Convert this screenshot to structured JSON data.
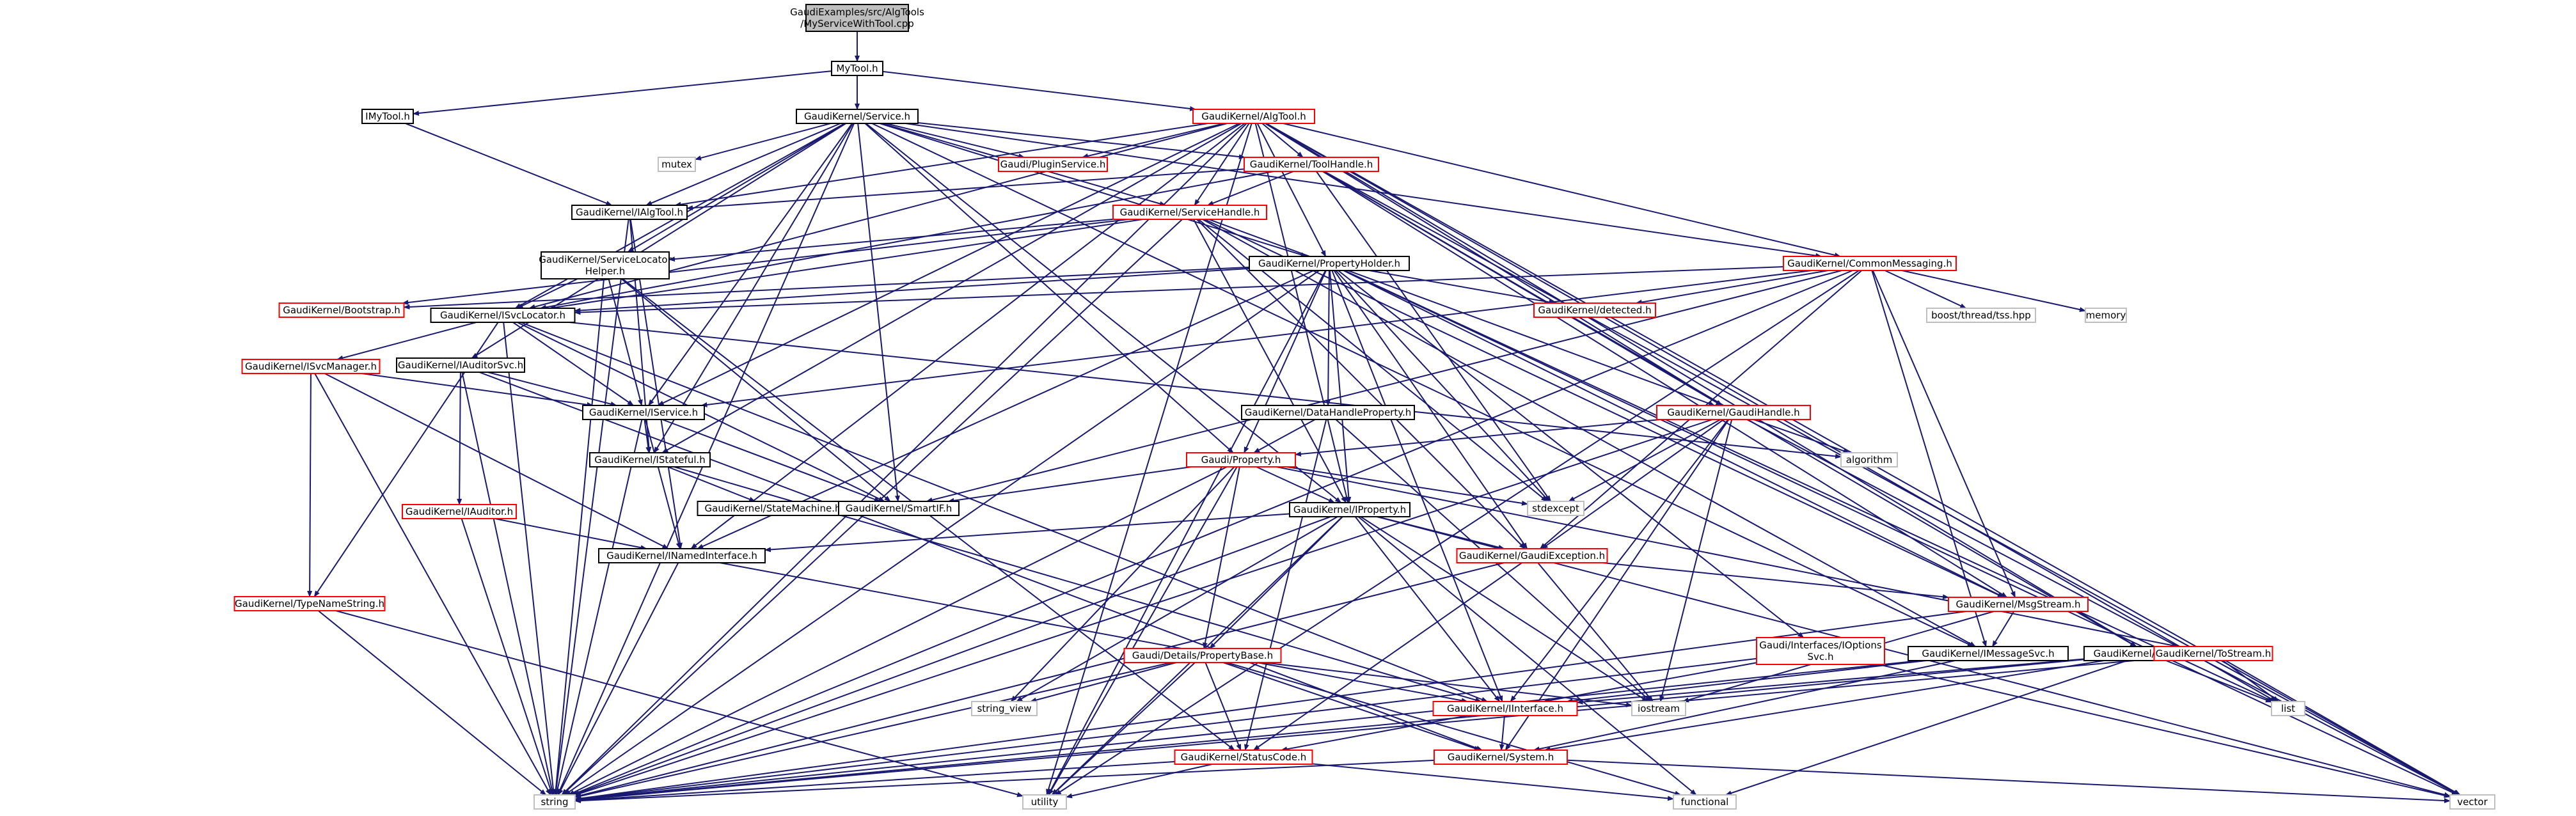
{
  "colors": {
    "edge": "#191970",
    "root_fill": "#bfbfbf",
    "linked_border": "#000000",
    "incomplete_border": "#ff0000",
    "external_border": "#bfbfbf"
  },
  "nodes": [
    {
      "id": "root",
      "lines": [
        "GaudiExamples/src/AlgTools",
        "/MyServiceWithTool.cpp"
      ],
      "kind": "root"
    },
    {
      "id": "mytool",
      "lines": [
        "MyTool.h"
      ],
      "kind": "black"
    },
    {
      "id": "imytool",
      "lines": [
        "IMyTool.h"
      ],
      "kind": "black"
    },
    {
      "id": "service",
      "lines": [
        "GaudiKernel/Service.h"
      ],
      "kind": "black"
    },
    {
      "id": "algtool",
      "lines": [
        "GaudiKernel/AlgTool.h"
      ],
      "kind": "red"
    },
    {
      "id": "mutex",
      "lines": [
        "mutex"
      ],
      "kind": "gray"
    },
    {
      "id": "pluginservice",
      "lines": [
        "Gaudi/PluginService.h"
      ],
      "kind": "red"
    },
    {
      "id": "toolhandle",
      "lines": [
        "GaudiKernel/ToolHandle.h"
      ],
      "kind": "red"
    },
    {
      "id": "ialgtool",
      "lines": [
        "GaudiKernel/IAlgTool.h"
      ],
      "kind": "black"
    },
    {
      "id": "servicehandle",
      "lines": [
        "GaudiKernel/ServiceHandle.h"
      ],
      "kind": "red"
    },
    {
      "id": "servicelocator",
      "lines": [
        "GaudiKernel/ServiceLocator",
        "Helper.h"
      ],
      "kind": "black"
    },
    {
      "id": "propertyholder",
      "lines": [
        "GaudiKernel/PropertyHolder.h"
      ],
      "kind": "black"
    },
    {
      "id": "commonmessaging",
      "lines": [
        "GaudiKernel/CommonMessaging.h"
      ],
      "kind": "red"
    },
    {
      "id": "bootstrap",
      "lines": [
        "GaudiKernel/Bootstrap.h"
      ],
      "kind": "red"
    },
    {
      "id": "isvclocator",
      "lines": [
        "GaudiKernel/ISvcLocator.h"
      ],
      "kind": "black"
    },
    {
      "id": "detected",
      "lines": [
        "GaudiKernel/detected.h"
      ],
      "kind": "red"
    },
    {
      "id": "threadtss",
      "lines": [
        "boost/thread/tss.hpp"
      ],
      "kind": "gray"
    },
    {
      "id": "memory",
      "lines": [
        "memory"
      ],
      "kind": "gray"
    },
    {
      "id": "isvcmanager",
      "lines": [
        "GaudiKernel/ISvcManager.h"
      ],
      "kind": "red"
    },
    {
      "id": "iauditorsvc",
      "lines": [
        "GaudiKernel/IAuditorSvc.h"
      ],
      "kind": "black"
    },
    {
      "id": "datahandleproperty",
      "lines": [
        "GaudiKernel/DataHandleProperty.h"
      ],
      "kind": "black"
    },
    {
      "id": "gaudihandle",
      "lines": [
        "GaudiKernel/GaudiHandle.h"
      ],
      "kind": "red"
    },
    {
      "id": "iservice",
      "lines": [
        "GaudiKernel/IService.h"
      ],
      "kind": "black"
    },
    {
      "id": "property",
      "lines": [
        "Gaudi/Property.h"
      ],
      "kind": "red"
    },
    {
      "id": "algorithm",
      "lines": [
        "algorithm"
      ],
      "kind": "gray"
    },
    {
      "id": "istateful",
      "lines": [
        "GaudiKernel/IStateful.h"
      ],
      "kind": "black"
    },
    {
      "id": "stdexcept",
      "lines": [
        "stdexcept"
      ],
      "kind": "gray"
    },
    {
      "id": "iauditor",
      "lines": [
        "GaudiKernel/IAuditor.h"
      ],
      "kind": "red"
    },
    {
      "id": "statemachine",
      "lines": [
        "GaudiKernel/StateMachine.h"
      ],
      "kind": "black"
    },
    {
      "id": "smartif",
      "lines": [
        "GaudiKernel/SmartIF.h"
      ],
      "kind": "black"
    },
    {
      "id": "iproperty",
      "lines": [
        "GaudiKernel/IProperty.h"
      ],
      "kind": "black"
    },
    {
      "id": "inamedinterface",
      "lines": [
        "GaudiKernel/INamedInterface.h"
      ],
      "kind": "black"
    },
    {
      "id": "gaudiexception",
      "lines": [
        "GaudiKernel/GaudiException.h"
      ],
      "kind": "red"
    },
    {
      "id": "typenamestring",
      "lines": [
        "GaudiKernel/TypeNameString.h"
      ],
      "kind": "red"
    },
    {
      "id": "msgstream",
      "lines": [
        "GaudiKernel/MsgStream.h"
      ],
      "kind": "red"
    },
    {
      "id": "ioptionssvc",
      "lines": [
        "Gaudi/Interfaces/IOptions",
        "Svc.h"
      ],
      "kind": "red"
    },
    {
      "id": "imessagesvc",
      "lines": [
        "GaudiKernel/IMessageSvc.h"
      ],
      "kind": "black"
    },
    {
      "id": "itoolsvc",
      "lines": [
        "GaudiKernel/IToolSvc.h"
      ],
      "kind": "black"
    },
    {
      "id": "tostream",
      "lines": [
        "GaudiKernel/ToStream.h"
      ],
      "kind": "red"
    },
    {
      "id": "propertybase",
      "lines": [
        "Gaudi/Details/PropertyBase.h"
      ],
      "kind": "red"
    },
    {
      "id": "string_view",
      "lines": [
        "string_view"
      ],
      "kind": "gray"
    },
    {
      "id": "iostream",
      "lines": [
        "iostream"
      ],
      "kind": "gray"
    },
    {
      "id": "list",
      "lines": [
        "list"
      ],
      "kind": "gray"
    },
    {
      "id": "iinterface",
      "lines": [
        "GaudiKernel/IInterface.h"
      ],
      "kind": "red"
    },
    {
      "id": "statuscode",
      "lines": [
        "GaudiKernel/StatusCode.h"
      ],
      "kind": "red"
    },
    {
      "id": "system",
      "lines": [
        "GaudiKernel/System.h"
      ],
      "kind": "red"
    },
    {
      "id": "string",
      "lines": [
        "string"
      ],
      "kind": "gray"
    },
    {
      "id": "utility",
      "lines": [
        "utility"
      ],
      "kind": "gray"
    },
    {
      "id": "functional",
      "lines": [
        "functional"
      ],
      "kind": "gray"
    },
    {
      "id": "vector",
      "lines": [
        "vector"
      ],
      "kind": "gray"
    }
  ],
  "edges": [
    [
      "root",
      "mytool"
    ],
    [
      "root",
      "service"
    ],
    [
      "mytool",
      "imytool"
    ],
    [
      "mytool",
      "algtool"
    ],
    [
      "imytool",
      "ialgtool"
    ],
    [
      "service",
      "mutex"
    ],
    [
      "service",
      "pluginservice"
    ],
    [
      "service",
      "toolhandle"
    ],
    [
      "service",
      "ialgtool"
    ],
    [
      "service",
      "servicehandle"
    ],
    [
      "service",
      "servicelocator"
    ],
    [
      "service",
      "propertyholder"
    ],
    [
      "service",
      "commonmessaging"
    ],
    [
      "service",
      "isvclocator"
    ],
    [
      "service",
      "iauditorsvc"
    ],
    [
      "service",
      "iservice"
    ],
    [
      "service",
      "istateful"
    ],
    [
      "service",
      "smartif"
    ],
    [
      "service",
      "property"
    ],
    [
      "service",
      "iproperty"
    ],
    [
      "service",
      "imessagesvc"
    ],
    [
      "service",
      "string"
    ],
    [
      "algtool",
      "pluginservice"
    ],
    [
      "algtool",
      "toolhandle"
    ],
    [
      "algtool",
      "ialgtool"
    ],
    [
      "algtool",
      "servicehandle"
    ],
    [
      "algtool",
      "propertyholder"
    ],
    [
      "algtool",
      "commonmessaging"
    ],
    [
      "algtool",
      "isvclocator"
    ],
    [
      "algtool",
      "iservice"
    ],
    [
      "algtool",
      "istateful"
    ],
    [
      "algtool",
      "inamedinterface"
    ],
    [
      "algtool",
      "iproperty"
    ],
    [
      "algtool",
      "itoolsvc"
    ],
    [
      "algtool",
      "string"
    ],
    [
      "algtool",
      "list"
    ],
    [
      "algtool",
      "vector"
    ],
    [
      "algtool",
      "utility"
    ],
    [
      "algtool",
      "gaudihandle"
    ],
    [
      "toolhandle",
      "ialgtool"
    ],
    [
      "toolhandle",
      "servicehandle"
    ],
    [
      "toolhandle",
      "gaudihandle"
    ],
    [
      "toolhandle",
      "itoolsvc"
    ],
    [
      "toolhandle",
      "msgstream"
    ],
    [
      "toolhandle",
      "stdexcept"
    ],
    [
      "toolhandle",
      "vector"
    ],
    [
      "toolhandle",
      "isvclocator"
    ],
    [
      "ialgtool",
      "inamedinterface"
    ],
    [
      "ialgtool",
      "istateful"
    ],
    [
      "ialgtool",
      "string"
    ],
    [
      "servicehandle",
      "servicelocator"
    ],
    [
      "servicehandle",
      "isvclocator"
    ],
    [
      "servicehandle",
      "bootstrap"
    ],
    [
      "servicehandle",
      "gaudihandle"
    ],
    [
      "servicehandle",
      "gaudiexception"
    ],
    [
      "servicehandle",
      "imessagesvc"
    ],
    [
      "servicehandle",
      "msgstream"
    ],
    [
      "servicehandle",
      "iproperty"
    ],
    [
      "servicehandle",
      "string"
    ],
    [
      "servicehandle",
      "stdexcept"
    ],
    [
      "servicelocator",
      "isvclocator"
    ],
    [
      "servicelocator",
      "iservice"
    ],
    [
      "servicelocator",
      "smartif"
    ],
    [
      "servicelocator",
      "string"
    ],
    [
      "servicelocator",
      "statuscode"
    ],
    [
      "propertyholder",
      "isvclocator"
    ],
    [
      "propertyholder",
      "bootstrap"
    ],
    [
      "propertyholder",
      "detected"
    ],
    [
      "propertyholder",
      "datahandleproperty"
    ],
    [
      "propertyholder",
      "property"
    ],
    [
      "propertyholder",
      "iproperty"
    ],
    [
      "propertyholder",
      "gaudiexception"
    ],
    [
      "propertyholder",
      "msgstream"
    ],
    [
      "propertyholder",
      "ioptionssvc"
    ],
    [
      "propertyholder",
      "inamedinterface"
    ],
    [
      "propertyholder",
      "stdexcept"
    ],
    [
      "propertyholder",
      "string"
    ],
    [
      "propertyholder",
      "vector"
    ],
    [
      "propertyholder",
      "list"
    ],
    [
      "propertyholder",
      "utility"
    ],
    [
      "propertyholder",
      "iinterface"
    ],
    [
      "commonmessaging",
      "isvclocator"
    ],
    [
      "commonmessaging",
      "iservice"
    ],
    [
      "commonmessaging",
      "smartif"
    ],
    [
      "commonmessaging",
      "detected"
    ],
    [
      "commonmessaging",
      "threadtss"
    ],
    [
      "commonmessaging",
      "memory"
    ],
    [
      "commonmessaging",
      "imessagesvc"
    ],
    [
      "commonmessaging",
      "msgstream"
    ],
    [
      "commonmessaging",
      "gaudiexception"
    ],
    [
      "commonmessaging",
      "utility"
    ],
    [
      "commonmessaging",
      "string"
    ],
    [
      "isvclocator",
      "isvcmanager"
    ],
    [
      "isvclocator",
      "iservice"
    ],
    [
      "isvclocator",
      "smartif"
    ],
    [
      "isvclocator",
      "iinterface"
    ],
    [
      "isvclocator",
      "typenamestring"
    ],
    [
      "isvclocator",
      "string"
    ],
    [
      "isvclocator",
      "algorithm"
    ],
    [
      "isvcmanager",
      "iservice"
    ],
    [
      "isvcmanager",
      "typenamestring"
    ],
    [
      "isvcmanager",
      "inamedinterface"
    ],
    [
      "isvcmanager",
      "string"
    ],
    [
      "iauditorsvc",
      "iauditor"
    ],
    [
      "iauditorsvc",
      "iservice"
    ],
    [
      "iauditorsvc",
      "system"
    ],
    [
      "iauditorsvc",
      "string"
    ],
    [
      "iauditor",
      "inamedinterface"
    ],
    [
      "iauditor",
      "string"
    ],
    [
      "datahandleproperty",
      "property"
    ],
    [
      "datahandleproperty",
      "iostream"
    ],
    [
      "datahandleproperty",
      "statuscode"
    ],
    [
      "gaudihandle",
      "property"
    ],
    [
      "gaudihandle",
      "algorithm"
    ],
    [
      "gaudihandle",
      "stdexcept"
    ],
    [
      "gaudihandle",
      "gaudiexception"
    ],
    [
      "gaudihandle",
      "iinterface"
    ],
    [
      "gaudihandle",
      "system"
    ],
    [
      "gaudihandle",
      "iostream"
    ],
    [
      "gaudihandle",
      "string"
    ],
    [
      "gaudihandle",
      "vector"
    ],
    [
      "iservice",
      "inamedinterface"
    ],
    [
      "iservice",
      "istateful"
    ],
    [
      "iservice",
      "smartif"
    ],
    [
      "iservice",
      "string"
    ],
    [
      "istateful",
      "statemachine"
    ],
    [
      "istateful",
      "iinterface"
    ],
    [
      "property",
      "propertybase"
    ],
    [
      "property",
      "iproperty"
    ],
    [
      "property",
      "smartif"
    ],
    [
      "property",
      "stdexcept"
    ],
    [
      "property",
      "string"
    ],
    [
      "property",
      "string_view"
    ],
    [
      "property",
      "utility"
    ],
    [
      "property",
      "tostream"
    ],
    [
      "iproperty",
      "propertybase"
    ],
    [
      "iproperty",
      "inamedinterface"
    ],
    [
      "iproperty",
      "gaudiexception"
    ],
    [
      "iproperty",
      "iinterface"
    ],
    [
      "iproperty",
      "iostream"
    ],
    [
      "iproperty",
      "string"
    ],
    [
      "iproperty",
      "string_view"
    ],
    [
      "iproperty",
      "vector"
    ],
    [
      "iproperty",
      "utility"
    ],
    [
      "iproperty",
      "functional"
    ],
    [
      "inamedinterface",
      "iinterface"
    ],
    [
      "inamedinterface",
      "string"
    ],
    [
      "gaudiexception",
      "msgstream"
    ],
    [
      "gaudiexception",
      "statuscode"
    ],
    [
      "gaudiexception",
      "iostream"
    ],
    [
      "gaudiexception",
      "string"
    ],
    [
      "typenamestring",
      "string"
    ],
    [
      "typenamestring",
      "utility"
    ],
    [
      "msgstream",
      "imessagesvc"
    ],
    [
      "msgstream",
      "iostream"
    ],
    [
      "msgstream",
      "string"
    ],
    [
      "ioptionssvc",
      "iinterface"
    ],
    [
      "ioptionssvc",
      "string"
    ],
    [
      "ioptionssvc",
      "vector"
    ],
    [
      "imessagesvc",
      "iinterface"
    ],
    [
      "imessagesvc",
      "string"
    ],
    [
      "imessagesvc",
      "system"
    ],
    [
      "itoolsvc",
      "iinterface"
    ],
    [
      "itoolsvc",
      "system"
    ],
    [
      "itoolsvc",
      "string"
    ],
    [
      "itoolsvc",
      "list"
    ],
    [
      "itoolsvc",
      "functional"
    ],
    [
      "tostream",
      "list"
    ],
    [
      "tostream",
      "vector"
    ],
    [
      "tostream",
      "string"
    ],
    [
      "propertybase",
      "statuscode"
    ],
    [
      "propertybase",
      "string_view"
    ],
    [
      "propertybase",
      "iostream"
    ],
    [
      "propertybase",
      "string"
    ],
    [
      "propertybase",
      "utility"
    ],
    [
      "propertybase",
      "functional"
    ],
    [
      "propertybase",
      "system"
    ],
    [
      "iinterface",
      "statuscode"
    ],
    [
      "iinterface",
      "system"
    ],
    [
      "statuscode",
      "string"
    ],
    [
      "statuscode",
      "functional"
    ],
    [
      "statuscode",
      "utility"
    ],
    [
      "system",
      "string"
    ],
    [
      "system",
      "vector"
    ]
  ]
}
